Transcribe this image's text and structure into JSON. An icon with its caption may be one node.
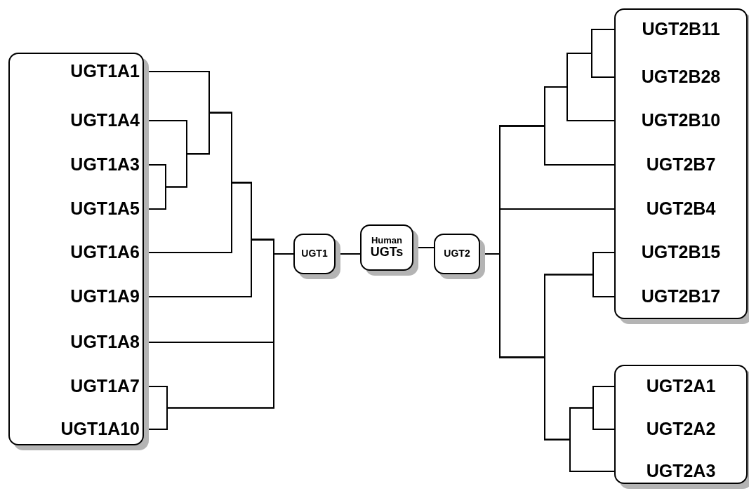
{
  "diagram": {
    "nodes": [
      {
        "text": [],
        "shape": "box"
      },
      {
        "text": [
          "UGT1A1"
        ],
        "in": 0
      },
      {
        "text": [
          "UGT1A4"
        ],
        "in": 0
      },
      {
        "text": [
          "UGT1A3"
        ],
        "in": 0
      },
      {
        "text": [
          "UGT1A5"
        ],
        "in": 0
      },
      {
        "text": [
          "UGT1A6"
        ],
        "in": 0
      },
      {
        "text": [
          "UGT1A9"
        ],
        "in": 0
      },
      {
        "text": [
          "UGT1A8"
        ],
        "in": 0
      },
      {
        "text": [
          "UGT1A7"
        ],
        "in": 0
      },
      {
        "text": [
          "UGT1A10"
        ],
        "in": 0
      },
      {
        "text": [
          "UGT1"
        ]
      },
      {
        "text": [
          "Human",
          "UGTs"
        ]
      },
      {
        "text": [
          "UGT2"
        ]
      },
      {
        "text": [],
        "shape": "box"
      },
      {
        "text": [
          "UGT2B11"
        ],
        "in": 13
      },
      {
        "text": [
          "UGT2B28"
        ],
        "in": 13
      },
      {
        "text": [
          "UGT2B10"
        ],
        "in": 13
      },
      {
        "text": [
          "UGT2B7"
        ],
        "in": 13
      },
      {
        "text": [
          "UGT2B4"
        ],
        "in": 13
      },
      {
        "text": [
          "UGT2B15"
        ],
        "in": 13
      },
      {
        "text": [
          "UGT2B17"
        ],
        "in": 13
      },
      {
        "text": [],
        "shape": "box"
      },
      {
        "text": [
          "UGT2A1"
        ],
        "in": 21
      },
      {
        "text": [
          "UGT2A2"
        ],
        "in": 21
      },
      {
        "text": [
          "UGT2A3"
        ],
        "in": 21
      }
    ],
    "edges": [
      {
        "from": 10,
        "to": 11,
        "arrow": "none"
      },
      {
        "from": 11,
        "to": 12,
        "arrow": "none"
      },
      {
        "from": 10,
        "to": 1,
        "arrow": "none"
      },
      {
        "from": 10,
        "to": 2,
        "arrow": "none"
      },
      {
        "from": 10,
        "to": 3,
        "arrow": "none"
      },
      {
        "from": 10,
        "to": 4,
        "arrow": "none"
      },
      {
        "from": 10,
        "to": 5,
        "arrow": "none"
      },
      {
        "from": 10,
        "to": 6,
        "arrow": "none"
      },
      {
        "from": 10,
        "to": 7,
        "arrow": "none"
      },
      {
        "from": 10,
        "to": 8,
        "arrow": "none"
      },
      {
        "from": 10,
        "to": 9,
        "arrow": "none"
      },
      {
        "from": 12,
        "to": 14,
        "arrow": "none"
      },
      {
        "from": 12,
        "to": 15,
        "arrow": "none"
      },
      {
        "from": 12,
        "to": 16,
        "arrow": "none"
      },
      {
        "from": 12,
        "to": 17,
        "arrow": "none"
      },
      {
        "from": 12,
        "to": 18,
        "arrow": "none"
      },
      {
        "from": 12,
        "to": 19,
        "arrow": "none"
      },
      {
        "from": 12,
        "to": 20,
        "arrow": "none"
      },
      {
        "from": 12,
        "to": 22,
        "arrow": "none"
      },
      {
        "from": 12,
        "to": 23,
        "arrow": "none"
      },
      {
        "from": 12,
        "to": 24,
        "arrow": "none"
      }
    ]
  }
}
